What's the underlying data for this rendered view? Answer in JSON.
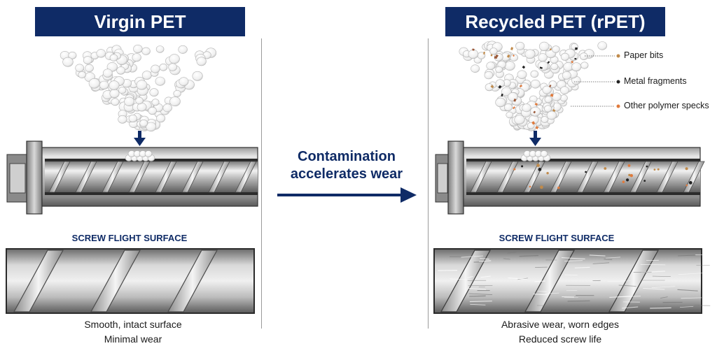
{
  "left": {
    "title": "Virgin PET",
    "section_label": "SCREW FLIGHT SURFACE",
    "caption_line1": "Smooth, intact surface",
    "caption_line2": "Minimal wear"
  },
  "right": {
    "title": "Recycled PET (rPET)",
    "section_label": "SCREW FLIGHT SURFACE",
    "caption_line1": "Abrasive wear, worn edges",
    "caption_line2": "Reduced screw life",
    "legend": [
      {
        "label": "Paper bits",
        "color": "#c08a4a"
      },
      {
        "label": "Metal fragments",
        "color": "#222222"
      },
      {
        "label": "Other polymer specks",
        "color": "#e07a3c"
      }
    ]
  },
  "middle": {
    "line1": "Contamination",
    "line2": "accelerates wear"
  },
  "colors": {
    "navy": "#0f2b66",
    "steel_light": "#e8e8e8",
    "steel_dark": "#6e6e6e",
    "divider": "#9a9a9a"
  }
}
